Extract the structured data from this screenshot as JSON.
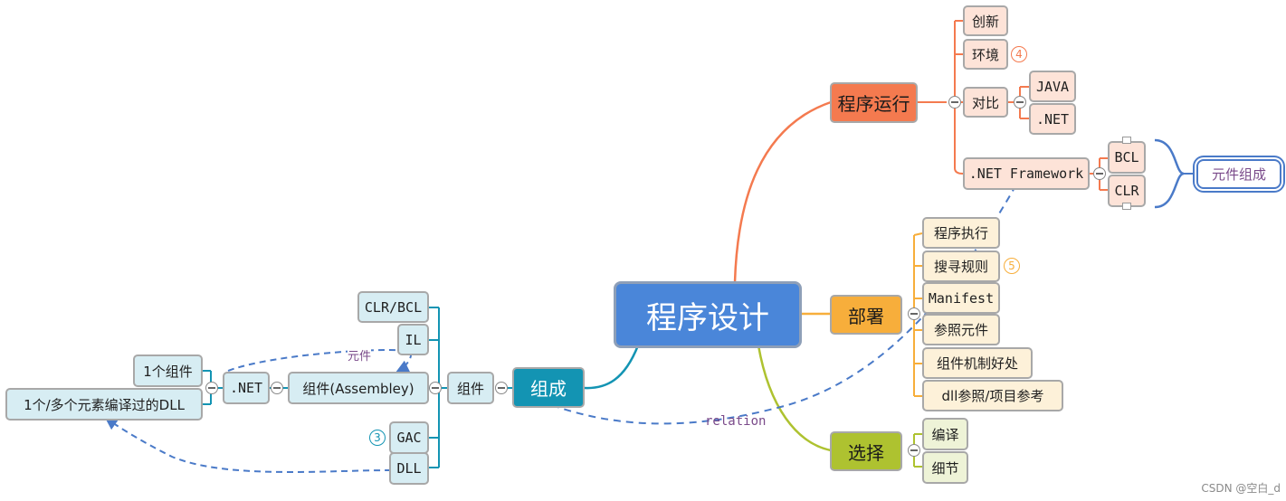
{
  "root": "程序设计",
  "branches": {
    "run": {
      "label": "程序运行",
      "color": "#f47a4f",
      "children": {
        "innovate": "创新",
        "env": "环境",
        "env_badge": "4",
        "compare": "对比",
        "java": "JAVA",
        "dotnet": ".NET",
        "framework": ".NET Framework",
        "bcl": "BCL",
        "clr": "CLR",
        "callout": "元件组成"
      }
    },
    "deploy": {
      "label": "部署",
      "color": "#f7ae3b",
      "children": {
        "exec": "程序执行",
        "search": "搜寻规则",
        "search_badge": "5",
        "manifest": "Manifest",
        "ref": "参照元件",
        "benefit": "组件机制好处",
        "dll_ref": "dll参照/项目参考"
      }
    },
    "choose": {
      "label": "选择",
      "color": "#aec230",
      "children": {
        "compile": "编译",
        "detail": "细节"
      }
    },
    "compose": {
      "label": "组成",
      "color": "#1394b3",
      "children": {
        "component": "组件",
        "assembly": "组件(Assembley)",
        "clrbcl": "CLR/BCL",
        "il": "IL",
        "gac": "GAC",
        "gac_badge": "3",
        "dll": "DLL",
        "net": ".NET",
        "one_comp": "1个组件",
        "one_multi": "1个/多个元素编译过的DLL"
      }
    }
  },
  "relations": {
    "relation_label": "relation",
    "element_label": "元件"
  },
  "watermark": "CSDN @空白_d"
}
